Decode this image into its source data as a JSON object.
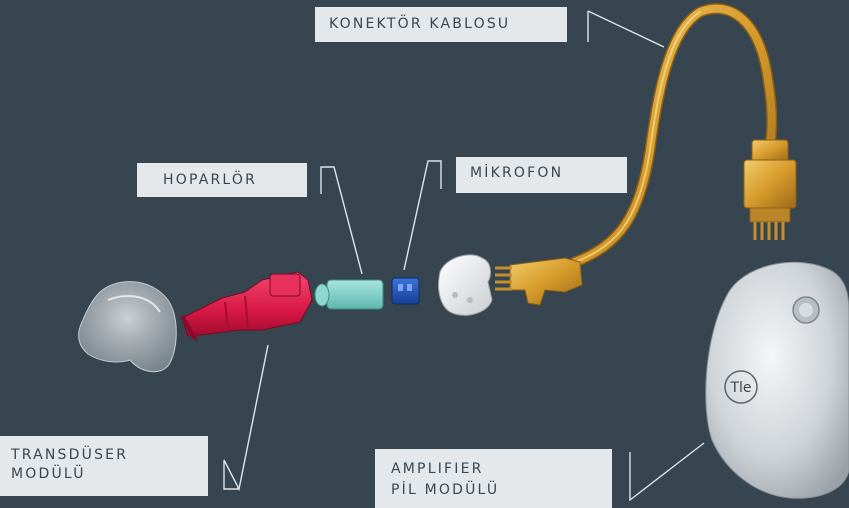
{
  "labels": {
    "connector_cable": "KONEKTÖR KABLOSU",
    "speaker": "HOPARLÖR",
    "microphone": "MİKROFON",
    "transducer_line1": "TRANSDÜSER",
    "transducer_line2": "MODÜLÜ",
    "amplifier_line1": "AMPLIFIER",
    "amplifier_line2": "PİL MODÜLÜ"
  },
  "device_logo": "Tle",
  "colors": {
    "background": "#36454f",
    "label_bg": "#e4e8ea",
    "label_text": "#3a4650",
    "leader_line": "#dfe5e8",
    "transducer_red": "#d91845",
    "speaker_teal": "#79cfc9",
    "microphone_blue": "#1f4fb5",
    "cable_gold": "#d6a235",
    "battery_silver": "#d4d8dc"
  }
}
